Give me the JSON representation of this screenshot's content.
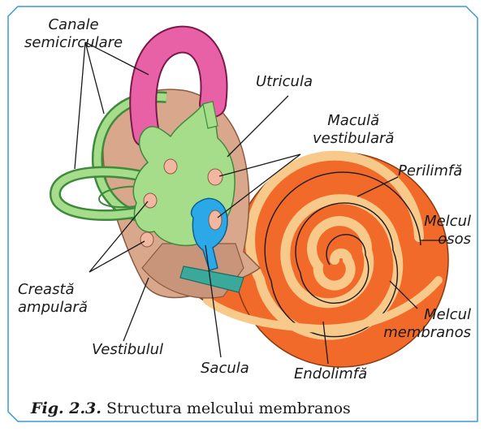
{
  "figure": {
    "labels": {
      "canale_line1": "Canale",
      "canale_line2": "semicirculare",
      "utricula": "Utricula",
      "macula_line1": "Maculă",
      "macula_line2": "vestibulară",
      "perilimfa": "Perilimfă",
      "melcul_osos_line1": "Melcul",
      "melcul_osos_line2": "osos",
      "melcul_membranos_line1": "Melcul",
      "melcul_membranos_line2": "membranos",
      "creasta_line1": "Creastă",
      "creasta_line2": "ampulară",
      "vestibulul": "Vestibulul",
      "sacula": "Sacula",
      "endolimfa": "Endolimfă"
    },
    "caption": {
      "number": "Fig. 2.3.",
      "text": "Structura melcului membranos"
    },
    "colors": {
      "frame": "#3a9ad9",
      "bone": "#d9a88c",
      "bone_dark": "#b98a70",
      "membrane_green": "#a6dd8a",
      "membrane_green_dark": "#3f8a3c",
      "canal_pink": "#e860a6",
      "sacula_blue": "#2aa8e8",
      "teal": "#3aa89a",
      "cochlea_orange": "#f26a2a",
      "cochlea_light": "#f7c98a",
      "macula": "#f2b7a0",
      "leader": "#1a1a1a"
    }
  }
}
